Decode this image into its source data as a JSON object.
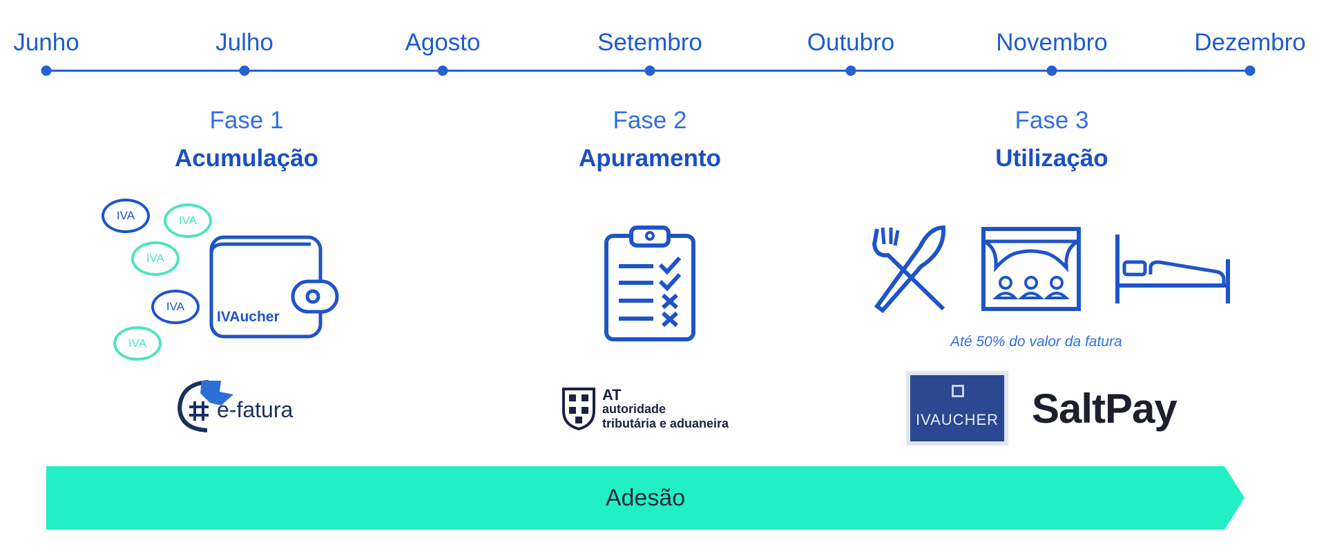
{
  "timeline": {
    "months": [
      "Junho",
      "Julho",
      "Agosto",
      "Setembro",
      "Outubro",
      "Novembro",
      "Dezembro"
    ]
  },
  "phases": [
    {
      "number": "Fase 1",
      "name": "Acumulação"
    },
    {
      "number": "Fase 2",
      "name": "Apuramento"
    },
    {
      "number": "Fase 3",
      "name": "Utilização"
    }
  ],
  "phase1": {
    "iva_label": "IVA",
    "wallet_label": "IVAucher",
    "logo_text": "e-fatura"
  },
  "phase2": {
    "logo_title": "AT",
    "logo_line1": "autoridade",
    "logo_line2": "tributária e aduaneira"
  },
  "phase3": {
    "caption": "Até 50% do valor da fatura",
    "ivaucher_logo": "IVAUCHER",
    "saltpay_logo": "SaltPay"
  },
  "adhesion_label": "Adesão",
  "colors": {
    "primary_blue": "#1e54c9",
    "timeline_blue": "#2561d4",
    "teal": "#4fe3c1",
    "bar_teal": "#22f0c4",
    "ivaucher_navy": "#2a4790"
  },
  "icons": [
    "wallet-icon",
    "clipboard-checklist-icon",
    "fork-knife-icon",
    "theater-audience-icon",
    "bed-icon"
  ]
}
